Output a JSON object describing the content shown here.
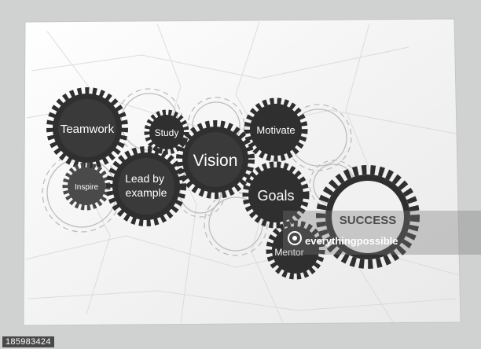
{
  "gears": {
    "teamwork": "Teamwork",
    "study": "Study",
    "vision": "Vision",
    "motivate": "Motivate",
    "inspire": "Inspire",
    "lead": [
      "Lead by",
      "example"
    ],
    "goals": "Goals",
    "mentor": "Mentor",
    "success": "SUCCESS"
  },
  "watermark": {
    "site": "everythingpossible",
    "image_id": "185983424"
  }
}
